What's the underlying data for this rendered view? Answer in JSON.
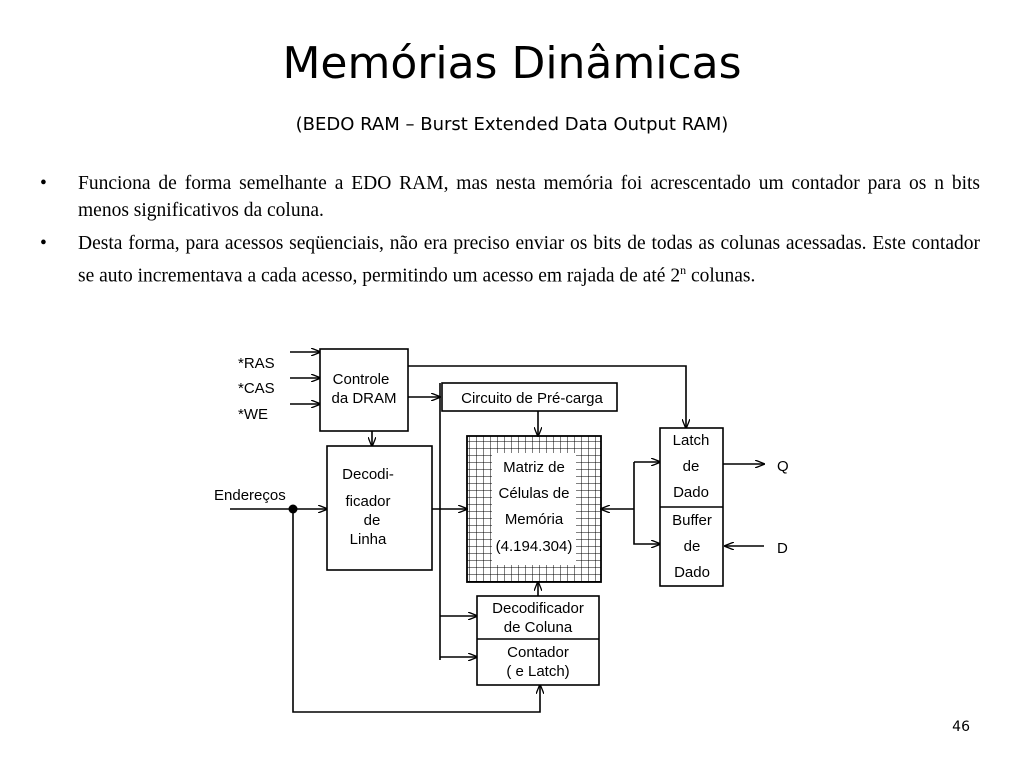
{
  "slide": {
    "title": "Memórias Dinâmicas",
    "subtitle": "(BEDO RAM – Burst Extended Data Output RAM)",
    "page_number": "46"
  },
  "bullets": [
    {
      "marker": "•",
      "text_before": "Funciona de forma semelhante a EDO RAM, mas nesta memória foi acrescentado um contador para os n bits menos significativos da coluna."
    },
    {
      "marker": "•",
      "text_before": "Desta forma, para acessos seqüenciais, não era preciso enviar os bits de todas as colunas acessadas.  Este contador se auto incrementava a cada acesso, permitindo um acesso em rajada de até 2",
      "superscript": "n",
      "text_after": " colunas."
    }
  ],
  "diagram": {
    "signals": {
      "ras": "*RAS",
      "cas": "*CAS",
      "we": "*WE",
      "address": "Endereços",
      "q": "Q",
      "d": "D"
    },
    "blocks": {
      "control": [
        "Controle",
        "da DRAM"
      ],
      "precharge": "Circuito de Pré-carga",
      "row_decoder": [
        "Decodi-",
        "ficador",
        "de",
        "Linha"
      ],
      "matrix": [
        "Matriz de",
        "Células de",
        "Memória",
        "(4.194.304)"
      ],
      "latch": [
        "Latch",
        "de",
        "Dado"
      ],
      "buffer": [
        "Buffer",
        "de",
        "Dado"
      ],
      "column_decoder": [
        "Decodificador",
        "de Coluna"
      ],
      "counter": [
        "Contador",
        "( e Latch)"
      ]
    }
  }
}
